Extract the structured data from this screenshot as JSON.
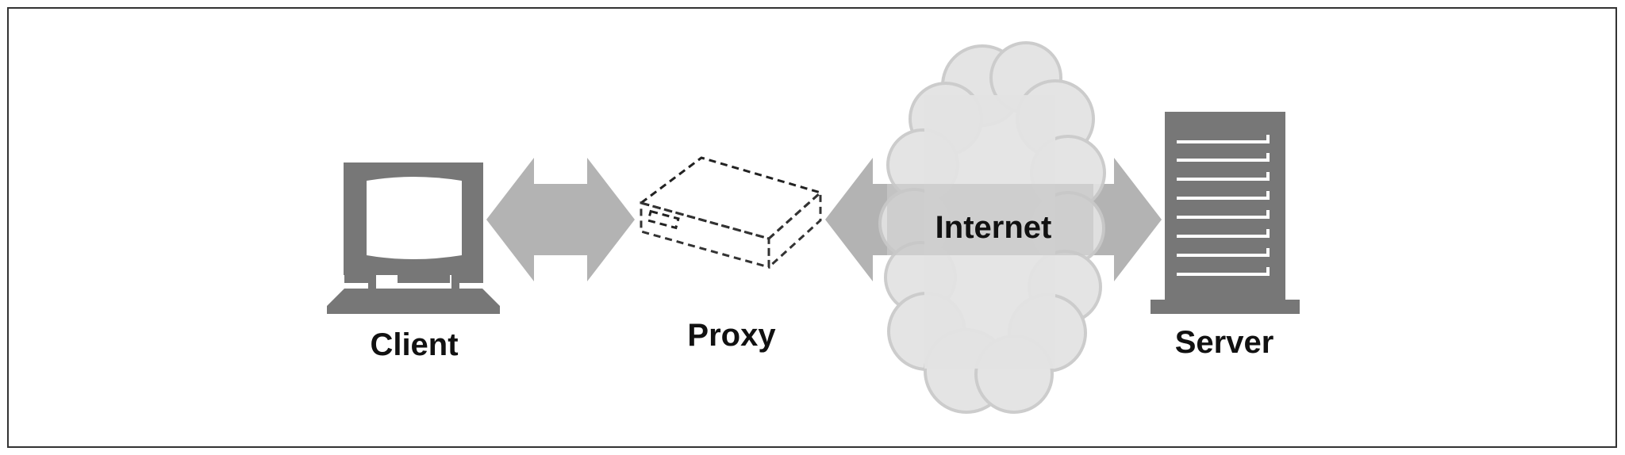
{
  "diagram": {
    "labels": {
      "client": "Client",
      "proxy": "Proxy",
      "internet": "Internet",
      "server": "Server"
    },
    "icons": {
      "client": "desktop-computer-icon",
      "proxy": "proxy-box-icon",
      "internet": "cloud-icon",
      "server": "server-tower-icon"
    },
    "colors": {
      "device": "#777777",
      "arrow": "#b3b3b3",
      "cloud_fill": "#e3e3e3",
      "cloud_outline": "#c9c9c9",
      "border": "#333333"
    }
  }
}
